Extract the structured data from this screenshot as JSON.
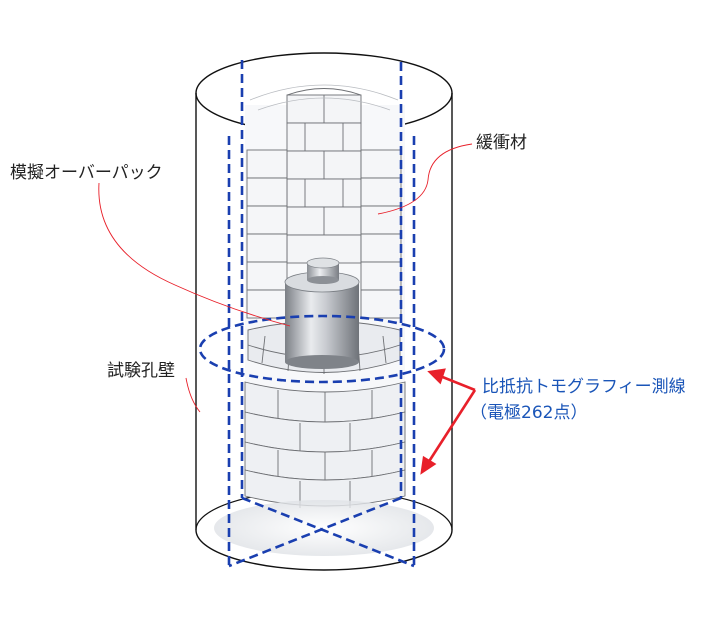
{
  "labels": {
    "overpack": "模擬オーバーパック",
    "buffer": "緩衝材",
    "borehole_wall": "試験孔壁",
    "tomography_line1": "比抵抗トモグラフィー測線",
    "tomography_line2": "（電極262点）"
  },
  "colors": {
    "dashed_line": "#1a3fb0",
    "arrow": "#e8202a",
    "leader": "#e8202a",
    "tomography_text": "#1a55b8",
    "outline": "#111111"
  }
}
